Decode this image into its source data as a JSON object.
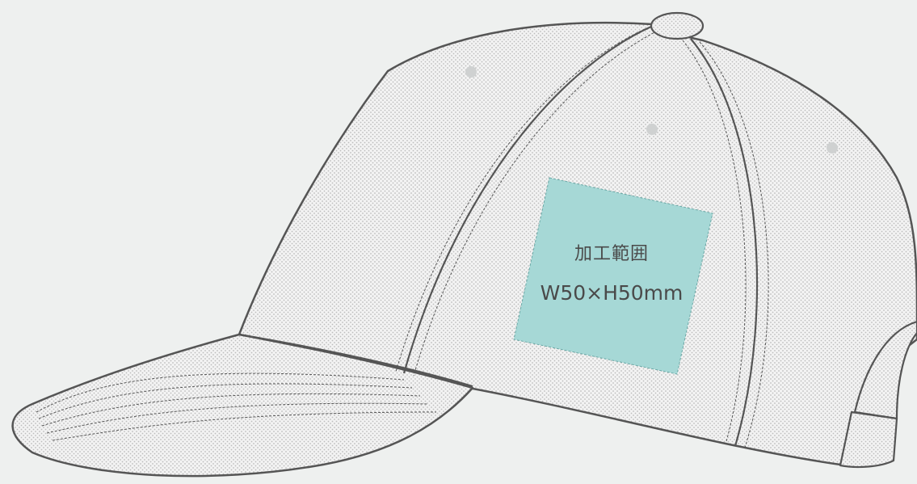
{
  "print_area": {
    "title": "加工範囲",
    "size": "W50×H50mm",
    "fill_color": "#a6d8d6"
  },
  "colors": {
    "background": "#eef0ef",
    "outline": "#555555",
    "fabric_dots": "#bdbdbd",
    "eyelet": "#cfd1d1"
  },
  "icons": {
    "product": "baseball-cap-illustration"
  }
}
